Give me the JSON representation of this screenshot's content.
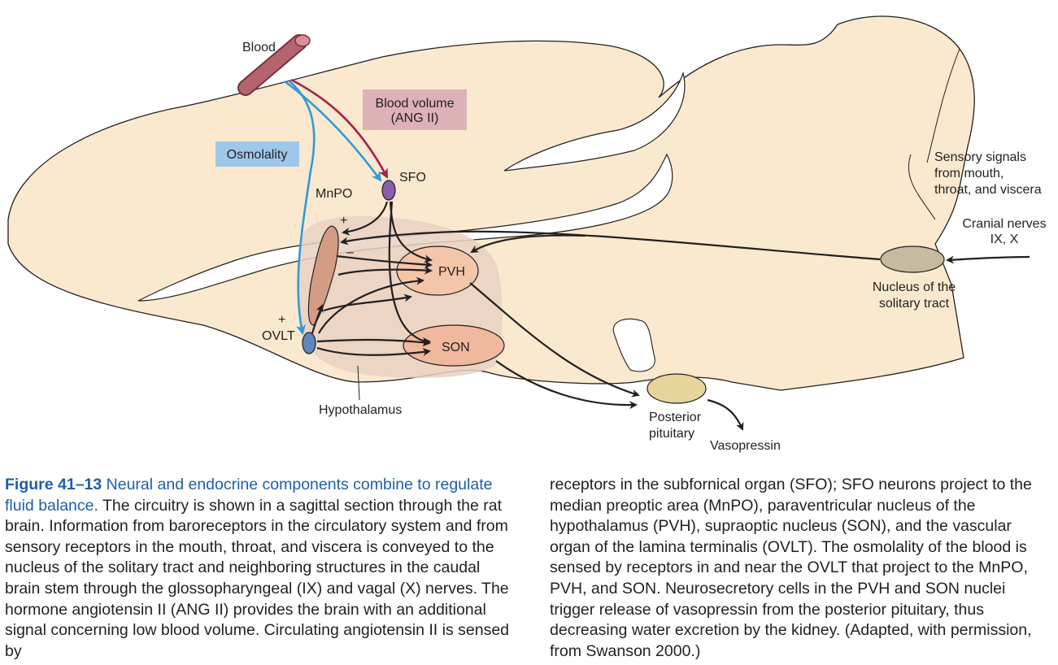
{
  "colors": {
    "brain_fill": "#fbe9cf",
    "hypothalamus_fill": "#e9d1c2",
    "nucleus_fill": "#f3c6a9",
    "osmolality_box": "#9fc7ea",
    "blood_volume_box": "#dcb2b7",
    "osmolality_arrow": "#2f9bd6",
    "blood_volume_arrow": "#a3234a",
    "figure_label": "#1f5ea8"
  },
  "diagram": {
    "blood": "Blood",
    "blood_volume_line1": "Blood volume",
    "blood_volume_line2": "(ANG II)",
    "osmolality": "Osmolality",
    "sfo": "SFO",
    "mnpo": "MnPO",
    "ovlt": "OVLT",
    "pvh": "PVH",
    "son": "SON",
    "plus": "+",
    "minus": "–",
    "hypothalamus": "Hypothalamus",
    "posterior_line1": "Posterior",
    "posterior_line2": "pituitary",
    "vasopressin": "Vasopressin",
    "sensory_line1": "Sensory signals",
    "sensory_line2": "from mouth,",
    "sensory_line3": "throat, and viscera",
    "cranial_line1": "Cranial nerves",
    "cranial_line2": "IX, X",
    "nts_line1": "Nucleus of the",
    "nts_line2": "solitary tract"
  },
  "caption": {
    "figure_label": "Figure 41–13",
    "title": "Neural and endocrine components combine to regulate fluid balance.",
    "left_body": "The circuitry is shown in a sagittal section through the rat brain. Information from baroreceptors in the circulatory system and from sensory receptors in the mouth, throat, and viscera is conveyed to the nucleus of the solitary tract and neighboring structures in the caudal brain stem through the glossopharyngeal (IX) and vagal (X) nerves. The hormone angiotensin II (ANG II) provides the brain with an additional signal concerning low blood volume. Circulating angiotensin II is sensed by",
    "right_body": "receptors in the subfornical organ (SFO); SFO neurons project to the median preoptic area (MnPO), paraventricular nucleus of the hypothalamus (PVH), supraoptic nucleus (SON), and the vascular organ of the lamina terminalis (OVLT). The osmolality of the blood is sensed by receptors in and near the OVLT that project to the MnPO, PVH, and SON. Neurosecretory cells in the PVH and SON nuclei trigger release of vasopressin from the posterior pituitary, thus decreasing water excretion by the kidney. (Adapted, with permission, from Swanson 2000.)"
  }
}
